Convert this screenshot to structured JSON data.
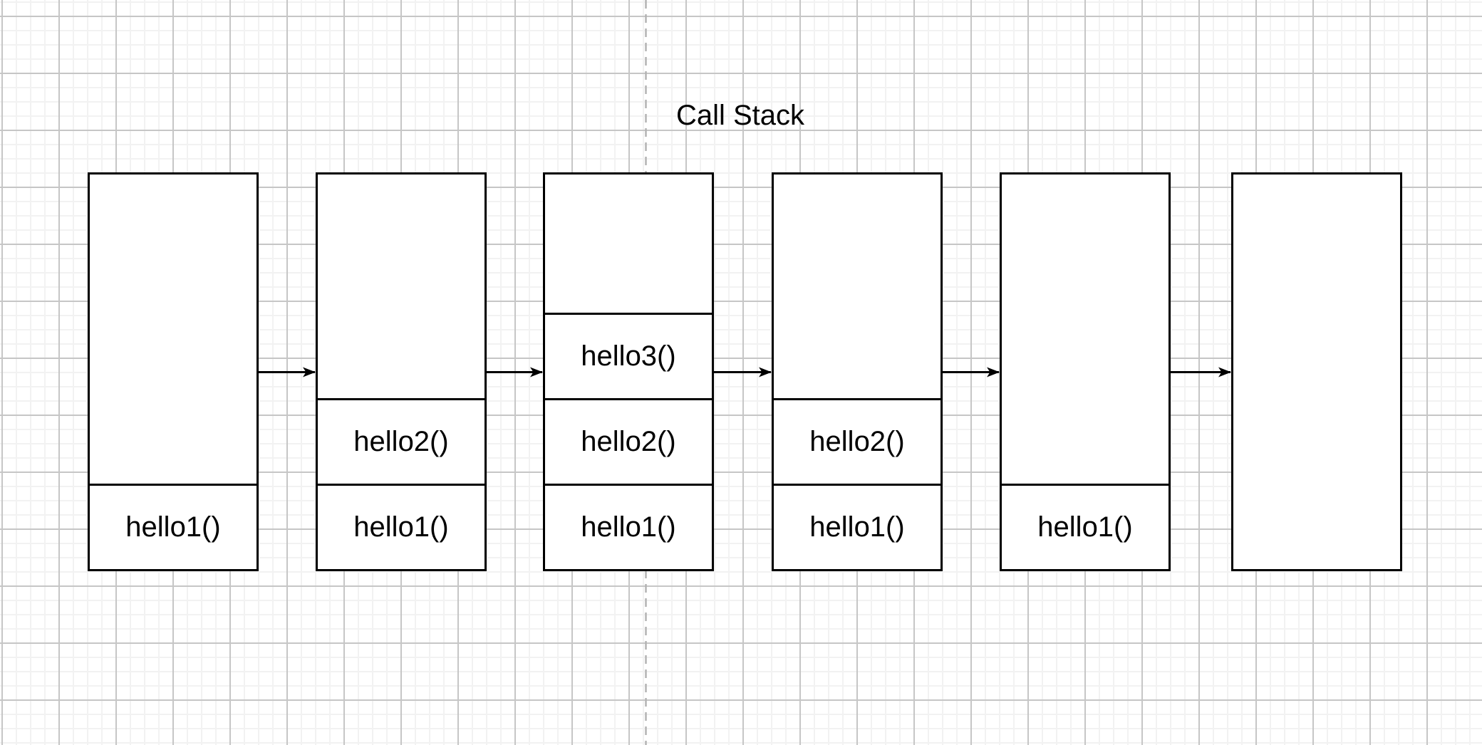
{
  "title": "Call Stack",
  "diagram": {
    "stacks": [
      {
        "frames": [
          "hello1()"
        ]
      },
      {
        "frames": [
          "hello1()",
          "hello2()"
        ]
      },
      {
        "frames": [
          "hello1()",
          "hello2()",
          "hello3()"
        ]
      },
      {
        "frames": [
          "hello1()",
          "hello2()"
        ]
      },
      {
        "frames": [
          "hello1()"
        ]
      },
      {
        "frames": []
      }
    ],
    "arrow_count": 5
  },
  "colors": {
    "shape_stroke": "#000000",
    "shape_fill": "#ffffff",
    "text": "#000000",
    "grid_minor": "#f2f2f2",
    "grid_major": "#c6c6c6",
    "page_guide": "#b3b3b3"
  }
}
